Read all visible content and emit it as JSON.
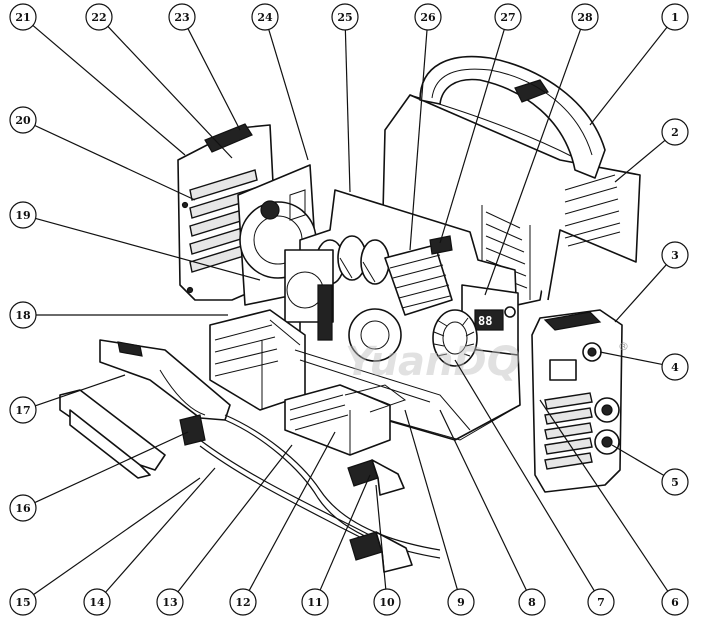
{
  "diagram": {
    "callouts": [
      {
        "id": "1",
        "label": "1"
      },
      {
        "id": "2",
        "label": "2"
      },
      {
        "id": "3",
        "label": "3"
      },
      {
        "id": "4",
        "label": "4"
      },
      {
        "id": "5",
        "label": "5"
      },
      {
        "id": "6",
        "label": "6"
      },
      {
        "id": "7",
        "label": "7"
      },
      {
        "id": "8",
        "label": "8"
      },
      {
        "id": "9",
        "label": "9"
      },
      {
        "id": "10",
        "label": "10"
      },
      {
        "id": "11",
        "label": "11"
      },
      {
        "id": "12",
        "label": "12"
      },
      {
        "id": "13",
        "label": "13"
      },
      {
        "id": "14",
        "label": "14"
      },
      {
        "id": "15",
        "label": "15"
      },
      {
        "id": "16",
        "label": "16"
      },
      {
        "id": "17",
        "label": "17"
      },
      {
        "id": "18",
        "label": "18"
      },
      {
        "id": "19",
        "label": "19"
      },
      {
        "id": "20",
        "label": "20"
      },
      {
        "id": "21",
        "label": "21"
      },
      {
        "id": "22",
        "label": "22"
      },
      {
        "id": "23",
        "label": "23"
      },
      {
        "id": "24",
        "label": "24"
      },
      {
        "id": "25",
        "label": "25"
      },
      {
        "id": "26",
        "label": "26"
      },
      {
        "id": "27",
        "label": "27"
      },
      {
        "id": "28",
        "label": "28"
      }
    ],
    "display_reading": "88",
    "watermark": "YuanDQ",
    "trademark": "®"
  }
}
